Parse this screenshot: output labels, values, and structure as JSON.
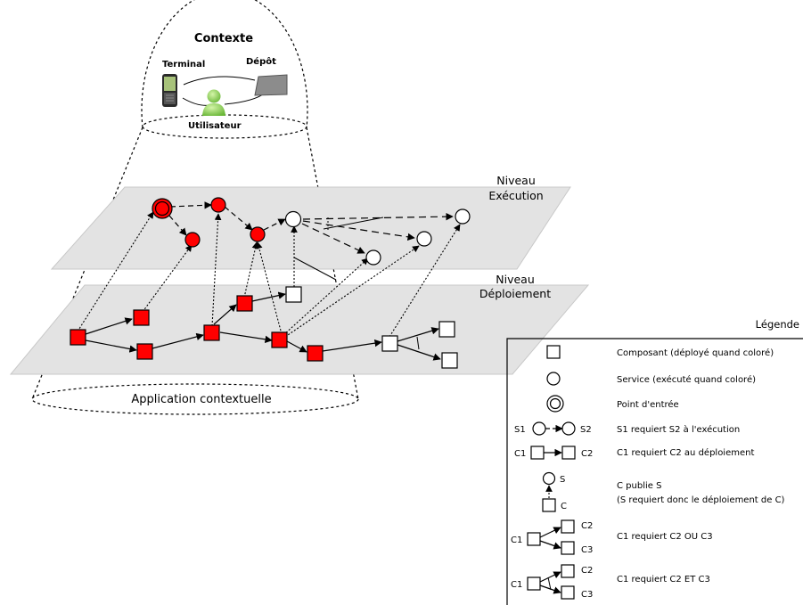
{
  "context": {
    "title": "Contexte",
    "terminal_label": "Terminal",
    "depot_label": "Dépôt",
    "user_label": "Utilisateur"
  },
  "levels": {
    "execution_line1": "Niveau",
    "execution_line2": "Exécution",
    "deployment_line1": "Niveau",
    "deployment_line2": "Déploiement"
  },
  "application_label": "Application contextuelle",
  "legend": {
    "title": "Légende",
    "component": "Composant (déployé quand coloré)",
    "service": "Service (exécuté quand coloré)",
    "entry_point": "Point d'entrée",
    "s1": "S1",
    "s2": "S2",
    "exec_dep": "S1 requiert S2 à l'exécution",
    "c1": "C1",
    "c2": "C2",
    "c3": "C3",
    "c": "C",
    "s": "S",
    "deploy_dep": "C1 requiert C2 au déploiement",
    "publish_line1": "C publie S",
    "publish_line2": "(S requiert donc le déploiement de C)",
    "or_dep": "C1 requiert C2 OU C3",
    "and_dep": "C1 requiert C2 ET C3"
  },
  "colors": {
    "active": "#ff0000",
    "plane": "#e3e3e3",
    "plane_border": "#c8c8c8",
    "user_icon": "#8fd14f",
    "depot": "#8c8c8c"
  }
}
